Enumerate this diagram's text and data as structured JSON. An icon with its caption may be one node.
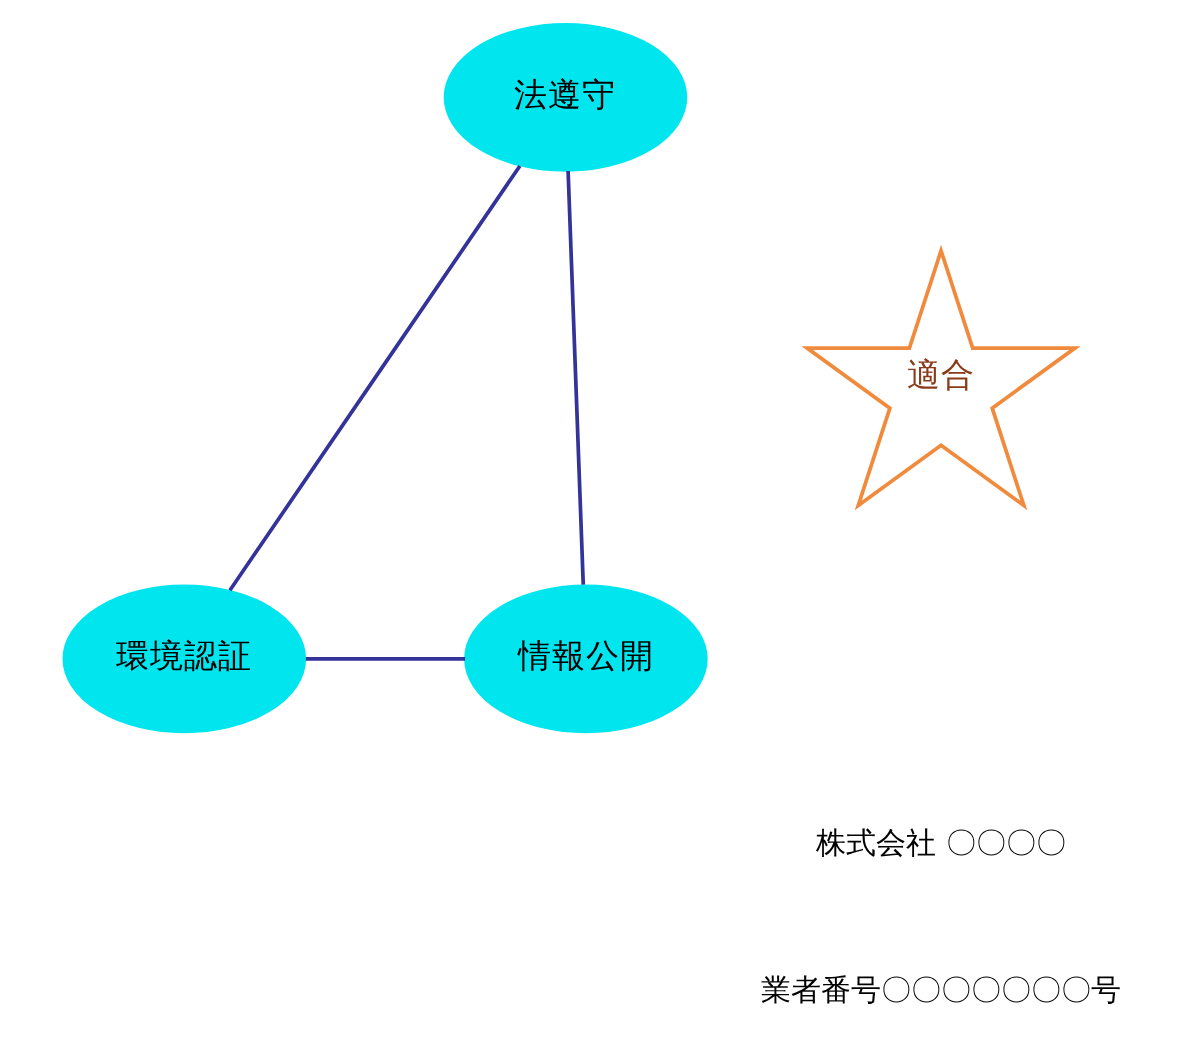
{
  "diagram": {
    "nodes": [
      {
        "text": [
          "法遵守"
        ]
      },
      {
        "text": [
          "環境認証"
        ]
      },
      {
        "text": [
          "情報公開"
        ]
      },
      {
        "text": [
          "適合"
        ]
      }
    ],
    "edges": [
      {
        "from": 0,
        "to": 1,
        "arrow": "none"
      },
      {
        "from": 0,
        "to": 2,
        "arrow": "none"
      },
      {
        "from": 1,
        "to": 2,
        "arrow": "none"
      }
    ],
    "labels": [
      "株式会社 〇〇〇〇",
      "業者番号〇〇〇〇〇〇〇号"
    ]
  }
}
